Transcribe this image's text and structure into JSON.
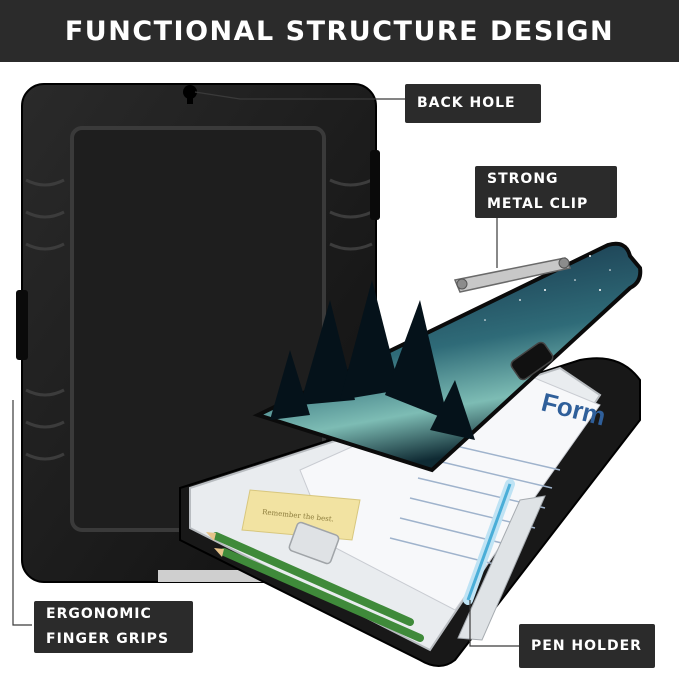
{
  "banner": {
    "title": "FUNCTIONAL STRUCTURE DESIGN"
  },
  "callouts": {
    "back_hole": "BACK HOLE",
    "metal_clip_line1": "STRONG",
    "metal_clip_line2": "METAL CLIP",
    "finger_grips_line1": "ERGONOMIC",
    "finger_grips_line2": "FINGER GRIPS",
    "pen_holder": "PEN HOLDER"
  },
  "form": {
    "title": "Form",
    "memo": "Remember the best."
  },
  "colors": {
    "banner_bg": "#2b2b2b",
    "case_black": "#1a1a1a",
    "sky_top": "#1b3a58",
    "sky_glow": "#6fa8a8",
    "clip_silver": "#c8c8c8",
    "pencil_green": "#3f8a3a",
    "form_blue": "#2f5f9a",
    "memo_yellow": "#f2e3a2"
  }
}
